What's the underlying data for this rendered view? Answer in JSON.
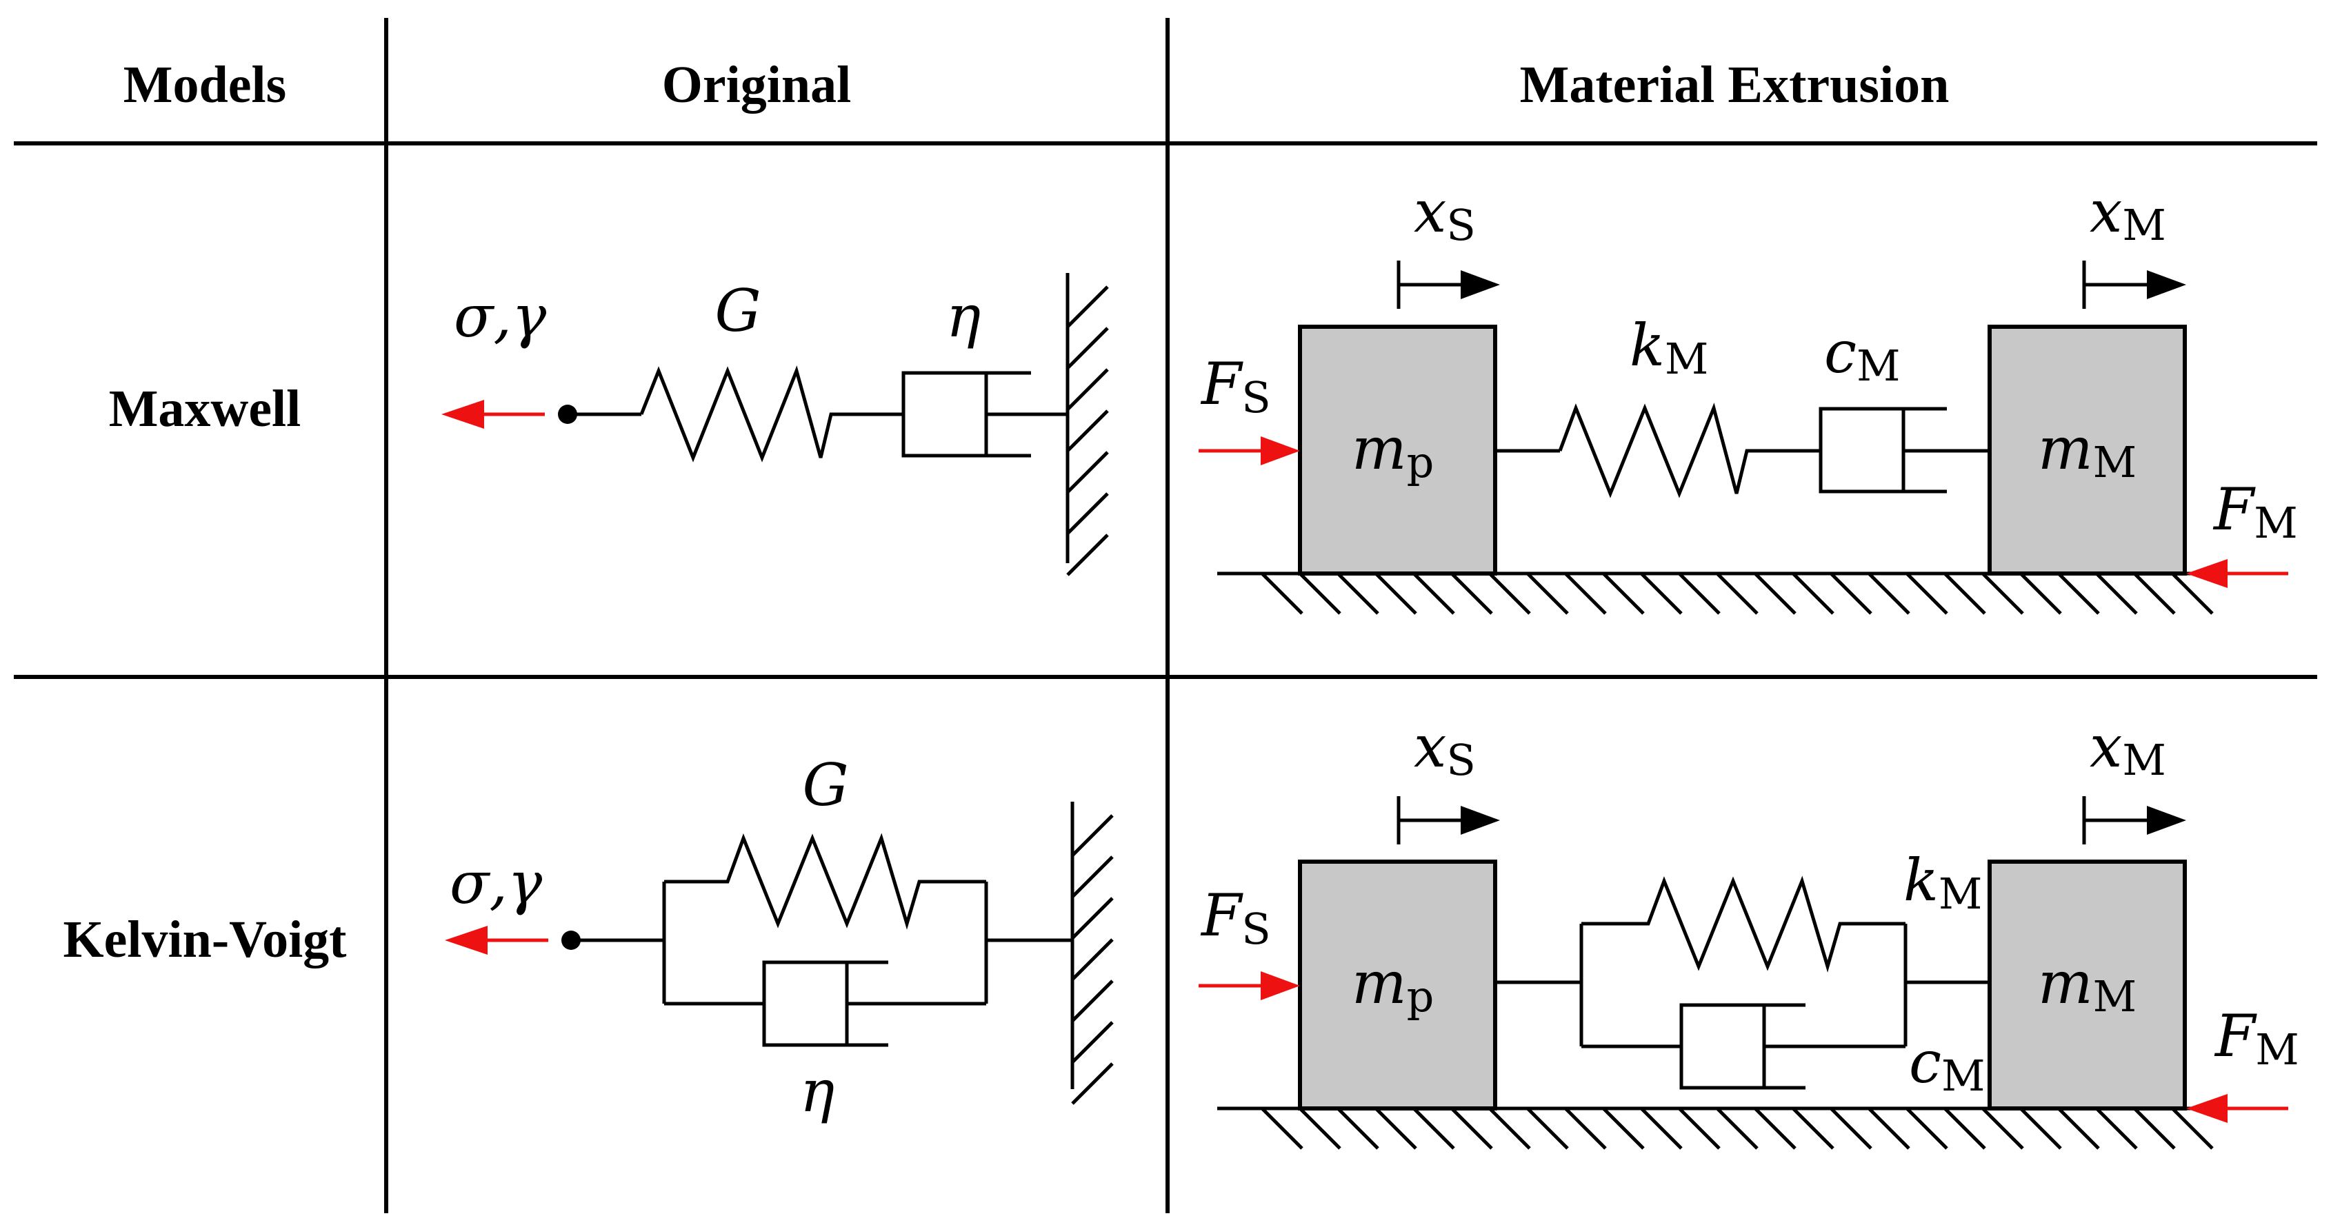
{
  "headers": {
    "models": "Models",
    "original": "Original",
    "material_extrusion": "Material Extrusion"
  },
  "rows": [
    {
      "name": "Maxwell",
      "original": {
        "stress_label": "σ,γ",
        "spring": "G",
        "damper": "η"
      },
      "extrusion": {
        "force_s": "F",
        "force_s_sub": "S",
        "mass_p": "m",
        "mass_p_sub": "p",
        "disp_s": "x",
        "disp_s_sub": "S",
        "spring": "k",
        "spring_sub": "M",
        "damper": "c",
        "damper_sub": "M",
        "mass_m": "m",
        "mass_m_sub": "M",
        "disp_m": "x",
        "disp_m_sub": "M",
        "force_m": "F",
        "force_m_sub": "M"
      }
    },
    {
      "name": "Kelvin-Voigt",
      "original": {
        "stress_label": "σ,γ",
        "spring": "G",
        "damper": "η"
      },
      "extrusion": {
        "force_s": "F",
        "force_s_sub": "S",
        "mass_p": "m",
        "mass_p_sub": "p",
        "disp_s": "x",
        "disp_s_sub": "S",
        "spring": "k",
        "spring_sub": "M",
        "damper": "c",
        "damper_sub": "M",
        "mass_m": "m",
        "mass_m_sub": "M",
        "disp_m": "x",
        "disp_m_sub": "M",
        "force_m": "F",
        "force_m_sub": "M"
      }
    }
  ],
  "colors": {
    "mass_fill": "#c8c8c8",
    "force_arrow": "#ee1111",
    "line": "#000000"
  }
}
